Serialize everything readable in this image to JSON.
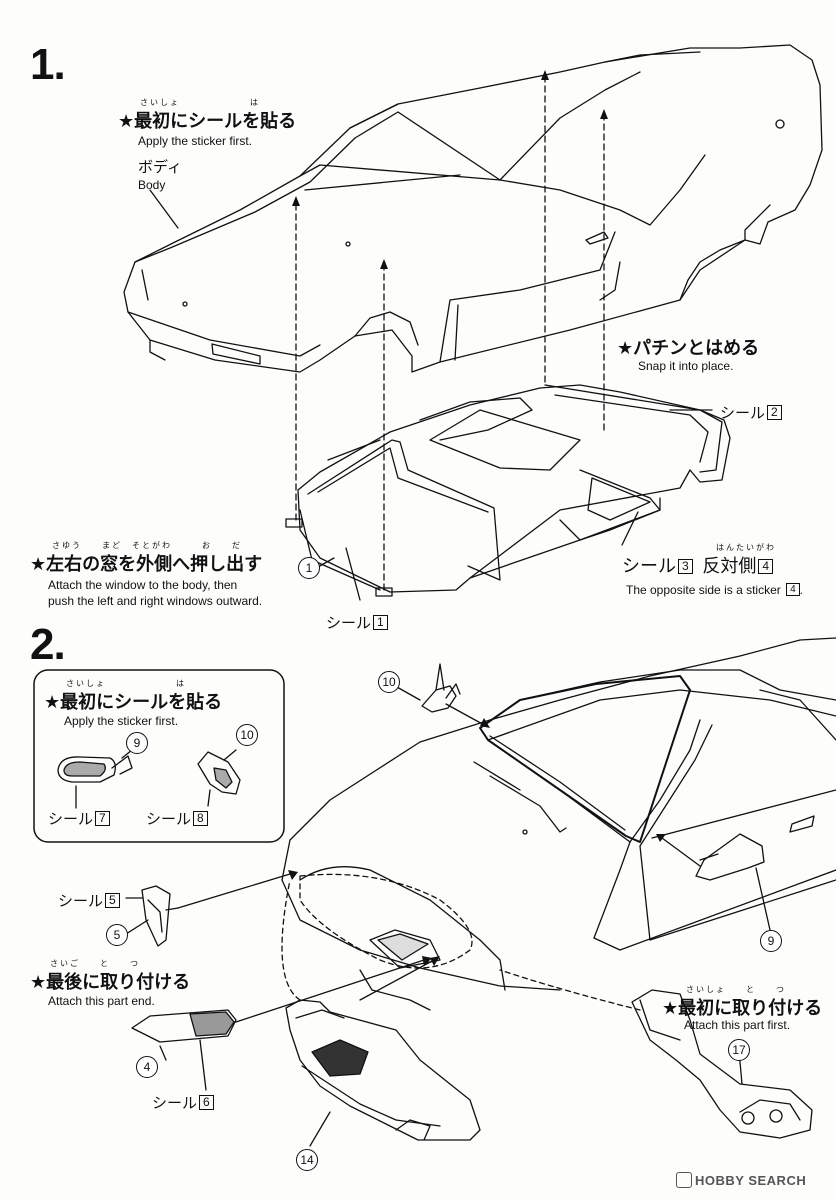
{
  "steps": {
    "step1": {
      "number": "1.",
      "sticker_first": {
        "star_text": "★最初にシールを貼る",
        "ruby": "さいしょ　　　　　　　は",
        "en": "Apply the sticker first."
      },
      "body": {
        "jp": "ボディ",
        "en": "Body"
      },
      "snap": {
        "jp": "★パチンとはめる",
        "en": "Snap it into place."
      },
      "sticker2": {
        "label": "シール",
        "num": "2"
      },
      "sticker3": {
        "label": "シール",
        "num": "3",
        "opposite_jp": "反対側",
        "opposite_ruby": "はんたいがわ",
        "opposite_num": "4",
        "en": "The opposite side is a sticker",
        "en_num": "4",
        "en_end": "."
      },
      "window": {
        "star_text": "★左右の窓を外側へ押し出す",
        "ruby": "さゆう　　まど　そとがわ　　　お　　だ",
        "en1": "Attach the window to the body, then",
        "en2": "push the left and right windows outward."
      },
      "part1": "1",
      "sticker1": {
        "label": "シール",
        "num": "1"
      }
    },
    "step2": {
      "number": "2.",
      "inset": {
        "star_text": "★最初にシールを貼る",
        "ruby": "さいしょ　　　　　　　は",
        "en": "Apply the sticker first.",
        "part9": "9",
        "part10": "10",
        "sticker7": {
          "label": "シール",
          "num": "7"
        },
        "sticker8": {
          "label": "シール",
          "num": "8"
        }
      },
      "part10": "10",
      "part9": "9",
      "sticker5": {
        "label": "シール",
        "num": "5"
      },
      "part5": "5",
      "last": {
        "star_text": "★最後に取り付ける",
        "ruby": "さいご　　と　　つ",
        "en": "Attach this part end."
      },
      "part4": "4",
      "sticker6": {
        "label": "シール",
        "num": "6"
      },
      "part14": "14",
      "first": {
        "star_text": "★最初に取り付ける",
        "ruby": "さいしょ　　と　　つ",
        "en": "Attach this part first."
      },
      "part17": "17"
    }
  },
  "watermark": "HOBBY SEARCH"
}
